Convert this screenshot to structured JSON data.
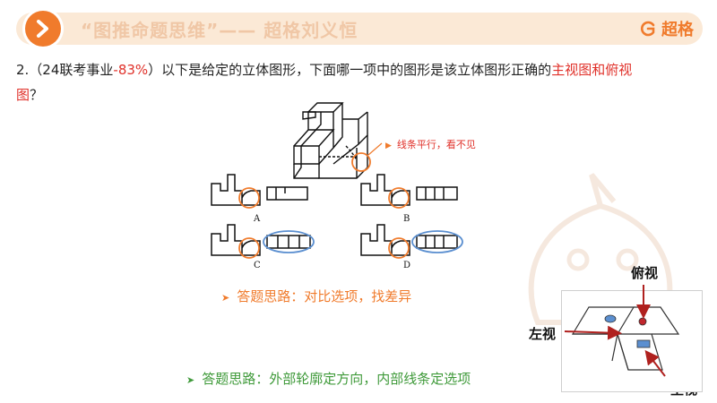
{
  "header": {
    "title": "“图推命题思维”—— 超格刘义恒",
    "brand": "超格"
  },
  "question": {
    "prefix": "2.（24联考事业",
    "rate": "-83%",
    "mid": "）以下是给定的立体图形，下面哪一项中的图形是该立体图形正确的",
    "red_line": "主视图和俯视",
    "red_wrap": "图",
    "suffix": "？"
  },
  "figure": {
    "note": "线条平行，看不见",
    "options": [
      "A",
      "B",
      "C",
      "D"
    ]
  },
  "hints": {
    "hint1": "答题思路：对比选项，找差异",
    "hint2": "答题思路：外部轮廓定方向，内部线条定选项"
  },
  "inset": {
    "top_label": "俯视",
    "left_label": "左视",
    "main_label": "主视"
  },
  "colors": {
    "accent": "#f07b2c",
    "red": "#e0312a",
    "green": "#3f9a3a",
    "blue_ellipse": "#5b8fd0",
    "band": "#fbe9d6"
  }
}
